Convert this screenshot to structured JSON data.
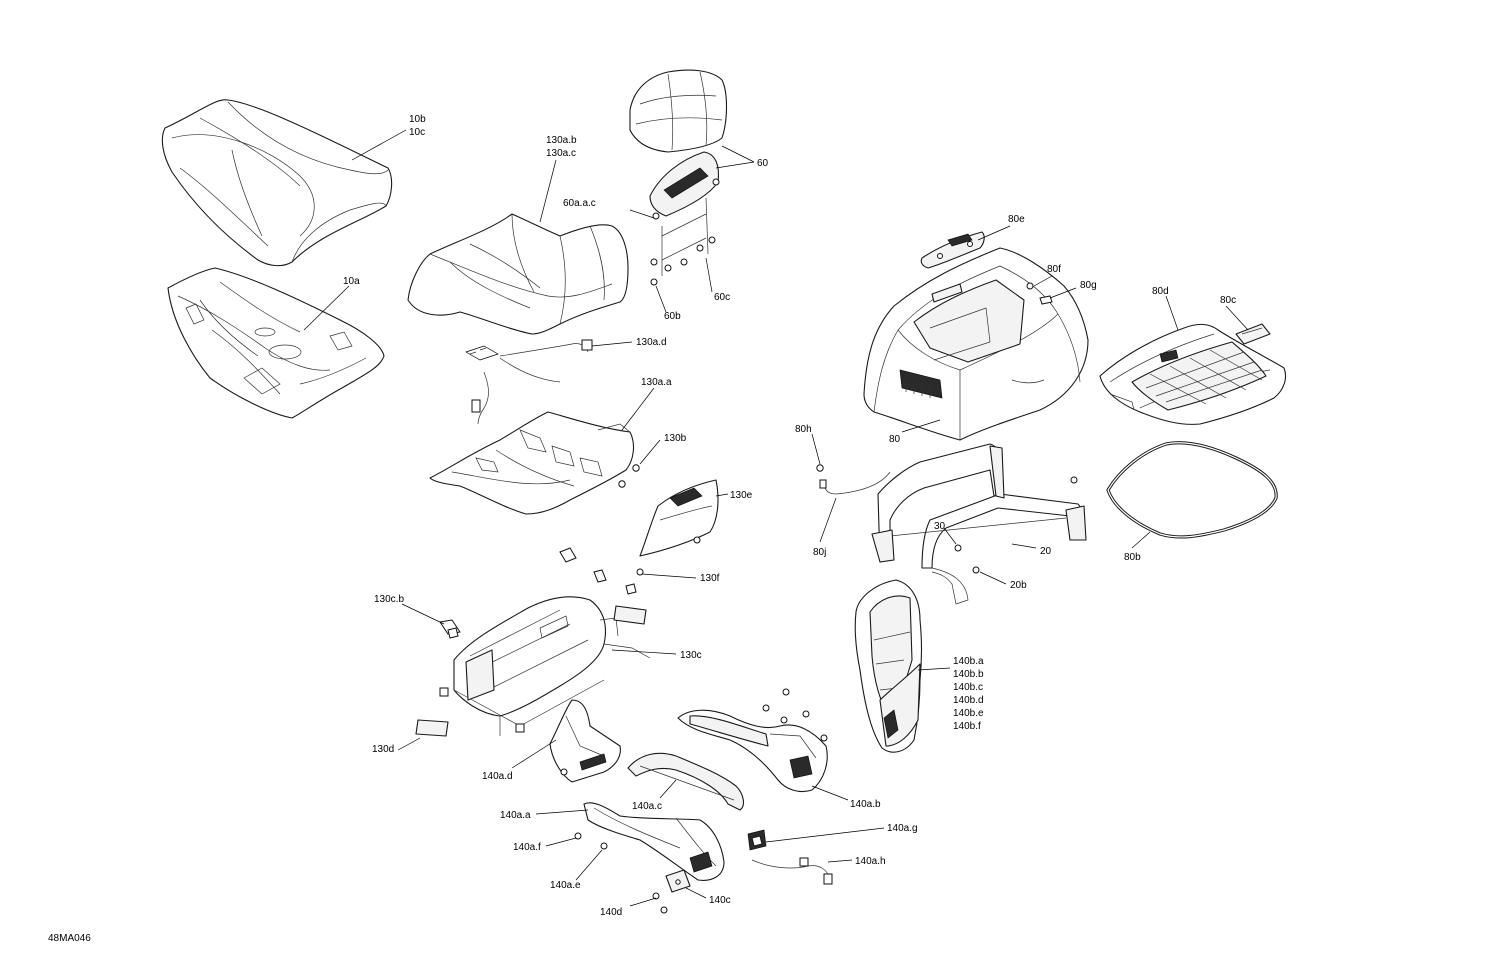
{
  "diagram_id": "48MA046",
  "callouts": {
    "c10b": "10b",
    "c10c": "10c",
    "c10a": "10a",
    "c130ab": "130a.b",
    "c130ac": "130a.c",
    "c130ad": "130a.d",
    "c130aa": "130a.a",
    "c130b": "130b",
    "c130e": "130e",
    "c130f": "130f",
    "c130cb": "130c.b",
    "c130c": "130c",
    "c130d": "130d",
    "c60": "60",
    "c60aac": "60a.a.c",
    "c60c": "60c",
    "c60b": "60b",
    "c80e": "80e",
    "c80f": "80f",
    "c80g": "80g",
    "c80d": "80d",
    "c80c": "80c",
    "c80": "80",
    "c80h": "80h",
    "c80j": "80j",
    "c80b": "80b",
    "c30": "30",
    "c20": "20",
    "c20b": "20b",
    "c140ba": "140b.a",
    "c140bb": "140b.b",
    "c140bc": "140b.c",
    "c140bd": "140b.d",
    "c140be": "140b.e",
    "c140bf": "140b.f",
    "c140ad": "140a.d",
    "c140ac": "140a.c",
    "c140ab": "140a.b",
    "c140aa": "140a.a",
    "c140af": "140a.f",
    "c140ae": "140a.e",
    "c140ag": "140a.g",
    "c140ah": "140a.h",
    "c140d": "140d",
    "c140c": "140c"
  }
}
